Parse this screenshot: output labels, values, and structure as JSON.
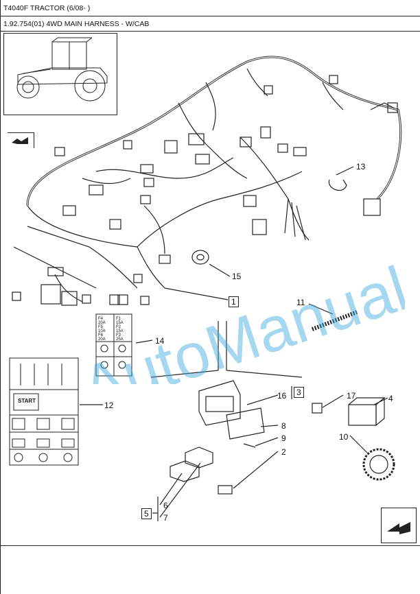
{
  "header": {
    "model": "T4040F TRACTOR (6/08- )",
    "section": "1.92.754(01) 4WD MAIN HARNESS - W/CAB"
  },
  "watermark": "AutoManual",
  "callouts": {
    "c1": "1",
    "c2": "2",
    "c3": "3",
    "c4": "4",
    "c5": "5",
    "c6": "6",
    "c7": "7",
    "c8": "8",
    "c9": "9",
    "c10": "10",
    "c11": "11",
    "c12": "12",
    "c13": "13",
    "c14": "14",
    "c15": "15",
    "c16": "16",
    "c17": "17"
  },
  "decal": {
    "start": "START",
    "fuse_a": "F4\n20A",
    "fuse_b": "F1\n15A",
    "fuse_c": "F5\n10A",
    "fuse_d": "F2\n15A",
    "fuse_e": "F6\n20A",
    "fuse_f": "F3\n25A"
  },
  "colors": {
    "watermark": "#3aa6dd",
    "line": "#222222"
  }
}
